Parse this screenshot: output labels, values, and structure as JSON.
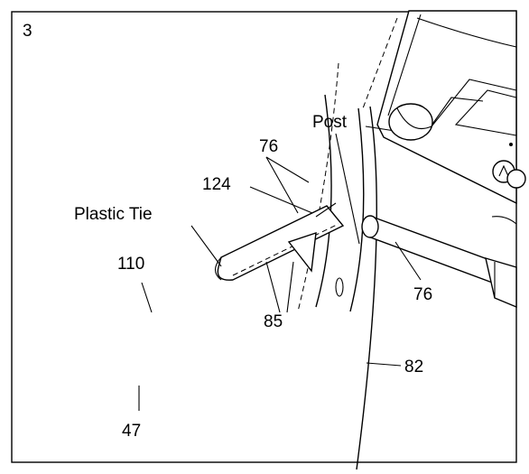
{
  "figure": {
    "step_number": "3",
    "callouts": {
      "post": "Post",
      "tube_upper": "76",
      "tube_lower": "76",
      "bracket": "124",
      "plastic_tie": "Plastic Tie",
      "left_tube": "110",
      "handle": "85",
      "frame": "82",
      "base": "47"
    }
  }
}
